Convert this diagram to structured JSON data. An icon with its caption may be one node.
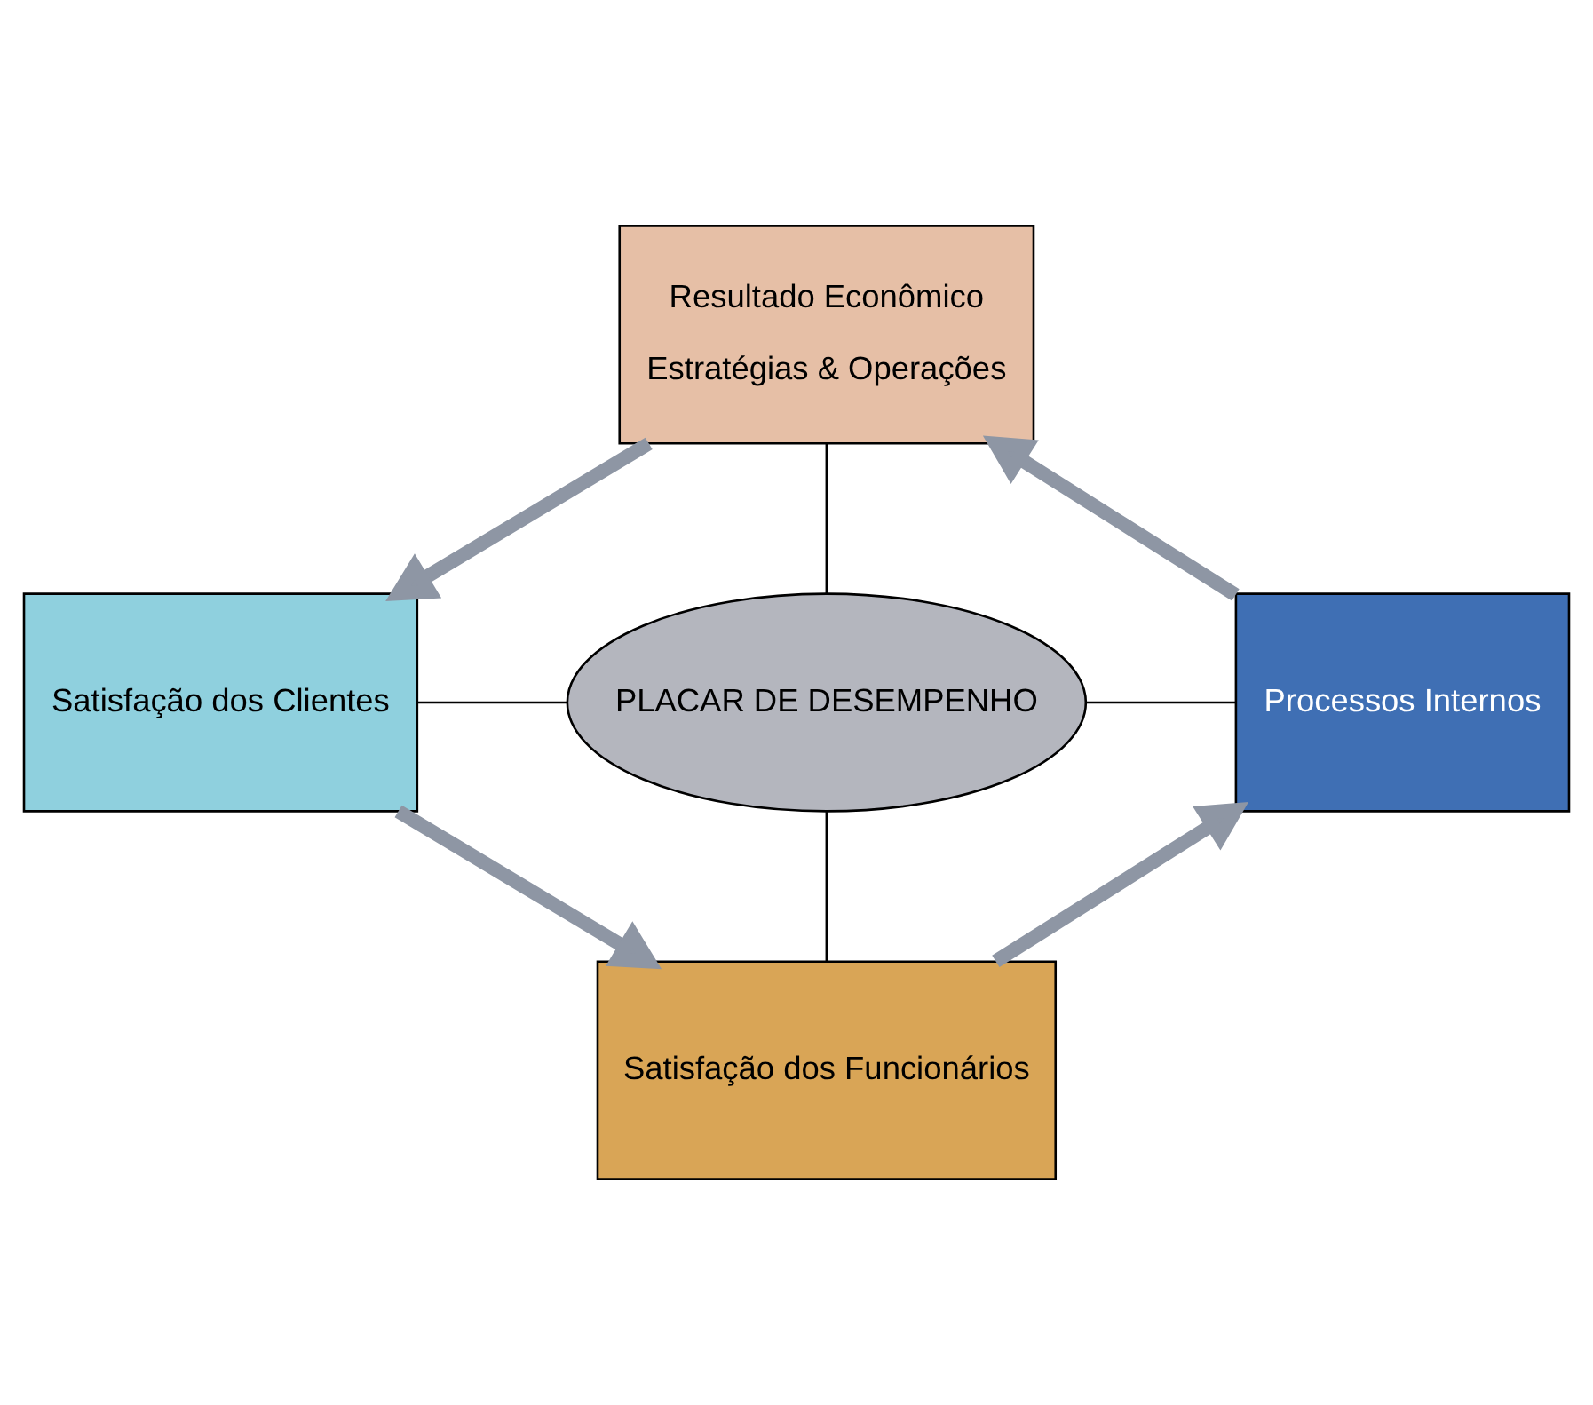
{
  "diagram": {
    "nodes": [
      {
        "text": [
          "Resultado Econômico",
          "Estratégias & Operações"
        ]
      },
      {
        "text": [
          "Satisfação dos Clientes"
        ]
      },
      {
        "text": [
          "PLACAR DE DESEMPENHO"
        ]
      },
      {
        "text": [
          "Processos Internos"
        ]
      },
      {
        "text": [
          "Satisfação dos Funcionários"
        ]
      }
    ],
    "edges": [
      {
        "from": 0,
        "to": 2,
        "arrow": "none"
      },
      {
        "from": 1,
        "to": 2,
        "arrow": "none"
      },
      {
        "from": 2,
        "to": 3,
        "arrow": "none"
      },
      {
        "from": 2,
        "to": 4,
        "arrow": "none"
      },
      {
        "from": 0,
        "to": 1,
        "arrow": "to",
        "style": "thick",
        "color": "#8e96a4"
      },
      {
        "from": 1,
        "to": 4,
        "arrow": "to",
        "style": "thick",
        "color": "#8e96a4"
      },
      {
        "from": 4,
        "to": 3,
        "arrow": "to",
        "style": "thick",
        "color": "#8e96a4"
      },
      {
        "from": 3,
        "to": 0,
        "arrow": "to",
        "style": "thick",
        "color": "#8e96a4"
      }
    ]
  }
}
